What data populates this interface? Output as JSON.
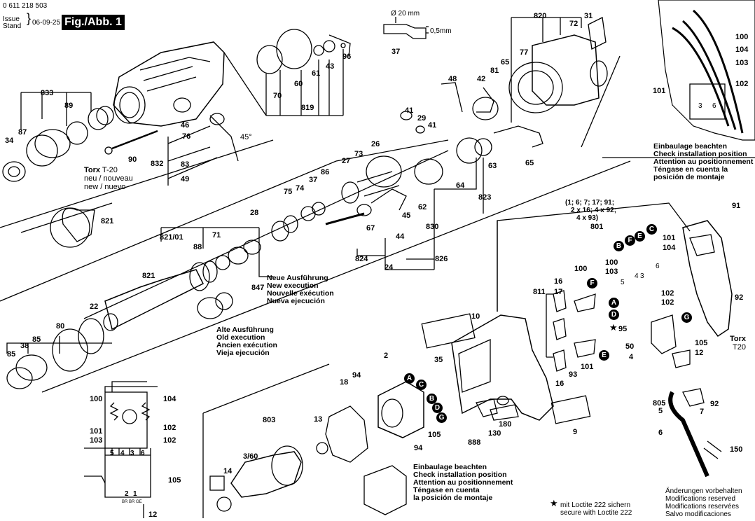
{
  "header": {
    "part_number": "0 611 218 503",
    "issue_label": "Issue",
    "stand_label": "Stand",
    "date": "06-09-25",
    "figure": "Fig./Abb. 1"
  },
  "callouts": {
    "c833": "833",
    "c89": "89",
    "c87": "87",
    "c34": "34",
    "c90": "90",
    "c832": "832",
    "c83": "83",
    "c49": "49",
    "c76": "76",
    "c46": "46",
    "c45deg": "45°",
    "c70": "70",
    "c60": "60",
    "c61": "61",
    "c43": "43",
    "c96": "96",
    "c819": "819",
    "c37a": "37",
    "c20mm": "Ø 20 mm",
    "c05mm": "0,5mm",
    "c48": "48",
    "c42": "42",
    "c81": "81",
    "c65": "65",
    "c77": "77",
    "c820": "820",
    "c72": "72",
    "c31": "31",
    "c41a": "41",
    "c29": "29",
    "c41b": "41",
    "c26": "26",
    "c73": "73",
    "c27": "27",
    "c63": "63",
    "c64": "64",
    "c65b": "65",
    "c86": "86",
    "c37b": "37",
    "c74": "74",
    "c75": "75",
    "c28": "28",
    "c71": "71",
    "c88": "88",
    "c821_01": "821/01",
    "c821": "821",
    "c821b": "821",
    "c62": "62",
    "c45": "45",
    "c67": "67",
    "c44": "44",
    "c830": "830",
    "c823": "823",
    "c824": "824",
    "c24": "24",
    "c826": "826",
    "c847": "847",
    "c22": "22",
    "c80": "80",
    "c85a": "85",
    "c38": "38",
    "c85b": "85",
    "c100a": "100",
    "c104a": "104",
    "c103a": "103",
    "c101a": "101",
    "c102a": "102",
    "c91": "91",
    "c801": "801",
    "c801_note": "(1; 6; 7; 17; 91;",
    "c801_note2": "2 x 16; 4 x 92;",
    "c801_note3": "4 x 93)",
    "c101b": "101",
    "c104b": "104",
    "c100b": "100",
    "c103b": "103",
    "c811": "811",
    "c16a": "16",
    "c17": "17",
    "c100c": "100",
    "c10": "10",
    "c102b": "102",
    "c102c": "102",
    "c95": "95",
    "c50": "50",
    "c4a": "4",
    "c92a": "92",
    "c105a": "105",
    "c12a": "12",
    "c93": "93",
    "c101c": "101",
    "c16b": "16",
    "c35": "35",
    "c2": "2",
    "c18": "18",
    "c94a": "94",
    "c94b": "94",
    "c105b": "105",
    "c13": "13",
    "c803": "803",
    "c14": "14",
    "c3_60": "3/60",
    "c888": "888",
    "c130": "130",
    "c180": "180",
    "c9": "9",
    "c805": "805",
    "c5": "5",
    "c7": "7",
    "c92b": "92",
    "c6": "6",
    "c150": "150",
    "c100d": "100",
    "c101d": "101",
    "c103d": "103",
    "c104d": "104",
    "c102d": "102",
    "c102e": "102",
    "c105c": "105",
    "c12b": "12",
    "s4": "4",
    "s3": "3",
    "s6": "6",
    "s5": "5",
    "s3b": "3",
    "s6b": "6",
    "w5": "5",
    "w4": "4",
    "w3": "3",
    "w6": "6",
    "w2": "2",
    "w1": "1",
    "wlbl": "BR BR GE"
  },
  "torx_left": {
    "title": "Torx",
    "size": "T-20",
    "line1": "neu / nouveau",
    "line2": "new / nuevo"
  },
  "torx_right": {
    "title": "Torx",
    "size": "T20"
  },
  "new_exec": [
    "Neue Ausführung",
    "New execution",
    "Nouvelle exécution",
    "Nueva ejecución"
  ],
  "old_exec": [
    "Alte Ausführung",
    "Old execution",
    "Ancien exécution",
    "Vieja ejecución"
  ],
  "install_top": [
    "Einbaulage beachten",
    "Check installation position",
    "Attention au positionnement",
    "Téngase en cuenta la",
    "posición de montaje"
  ],
  "install_bottom": [
    "Einbaulage beachten",
    "Check installation position",
    "Attention au positionnement",
    "Téngase en cuenta",
    "la posición de montaje"
  ],
  "loctite": [
    "mit Loctite 222 sichern",
    "secure with Loctite 222"
  ],
  "modifications": [
    "Änderungen vorbehalten",
    "Modifications reserved",
    "Modifications reservées",
    "Salvo modificaciones"
  ],
  "letters": {
    "A": "A",
    "B": "B",
    "C": "C",
    "D": "D",
    "E": "E",
    "F": "F",
    "G": "G"
  }
}
